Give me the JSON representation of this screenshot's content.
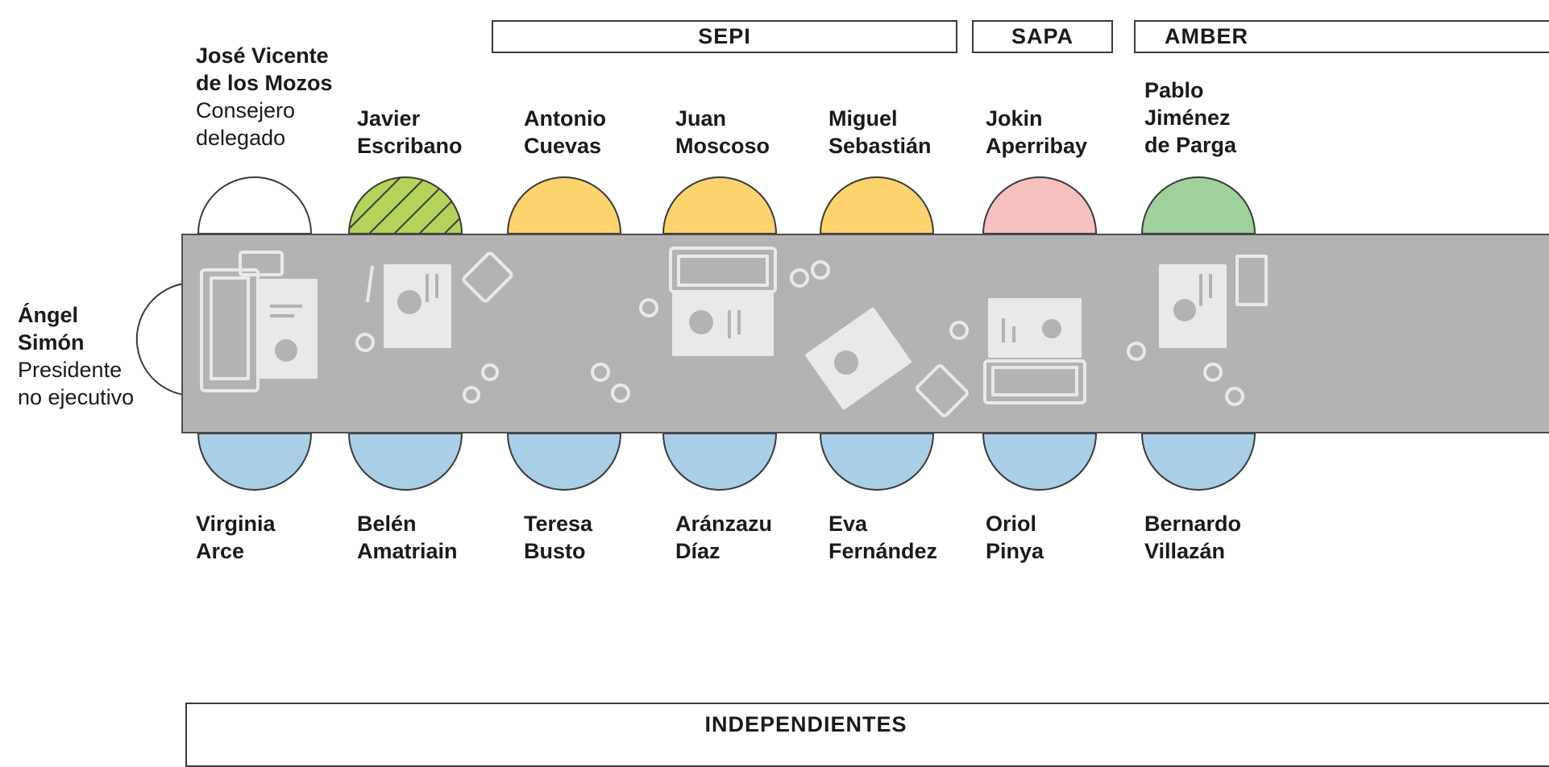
{
  "colors": {
    "sepi": "#fdd36e",
    "sapa": "#f7c1c0",
    "amber": "#9fd29b",
    "independientes": "#a9cfe6",
    "mixed_stripe": "#b5d35a",
    "chair_empty": "#ffffff",
    "table": "#b3b3b3"
  },
  "groups": {
    "sepi": "SEPI",
    "sapa": "SAPA",
    "amber": "AMBER",
    "independientes": "INDEPENDIENTES"
  },
  "head": {
    "name_line1": "Ángel",
    "name_line2": "Simón",
    "role_line1": "Presidente",
    "role_line2": "no ejecutivo"
  },
  "top_seats": [
    {
      "line1": "José Vicente",
      "line2": "de los Mozos",
      "role1": "Consejero",
      "role2": "delegado",
      "fill": "chair_empty"
    },
    {
      "line1": "Javier",
      "line2": "Escribano",
      "fill": "mixed_stripe"
    },
    {
      "line1": "Antonio",
      "line2": "Cuevas",
      "fill": "sepi"
    },
    {
      "line1": "Juan",
      "line2": "Moscoso",
      "fill": "sepi"
    },
    {
      "line1": "Miguel",
      "line2": "Sebastián",
      "fill": "sepi"
    },
    {
      "line1": "Jokin",
      "line2": "Aperribay",
      "fill": "sapa"
    },
    {
      "line1": "Pablo",
      "line2": "Jiménez",
      "line3": "de Parga",
      "fill": "amber"
    }
  ],
  "bottom_seats": [
    {
      "line1": "Virginia",
      "line2": "Arce"
    },
    {
      "line1": "Belén",
      "line2": "Amatriain"
    },
    {
      "line1": "Teresa",
      "line2": "Busto"
    },
    {
      "line1": "Aránzazu",
      "line2": "Díaz"
    },
    {
      "line1": "Eva",
      "line2": "Fernández"
    },
    {
      "line1": "Oriol",
      "line2": "Pinya"
    },
    {
      "line1": "Bernardo",
      "line2": "Villazán"
    }
  ]
}
